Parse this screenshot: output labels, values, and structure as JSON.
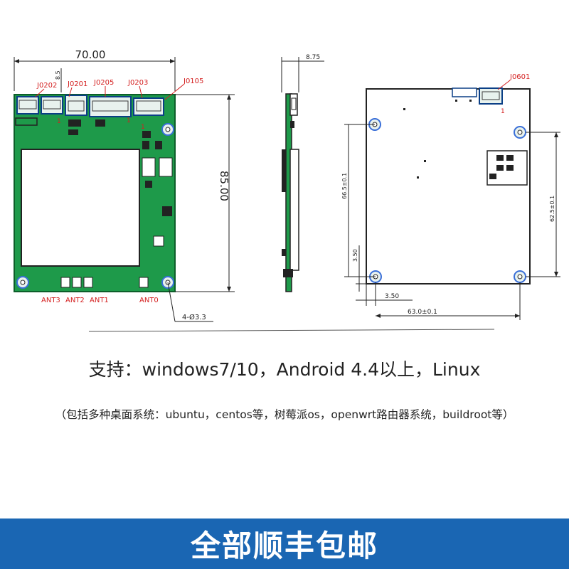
{
  "drawing": {
    "front": {
      "width_dim": "70.00",
      "height_dim": "85.00",
      "small_dim": "8.5",
      "hole_dim": "4-Ø3.3",
      "connectors": [
        "J0202",
        "J0201",
        "J0205",
        "J0203",
        "J0105"
      ],
      "pin_one": "1",
      "antennas": [
        "ANT3",
        "ANT2",
        "ANT1",
        "ANT0"
      ]
    },
    "side": {
      "thickness_dim": "8.75"
    },
    "back": {
      "connector": "J0601",
      "pin_one": "1",
      "dim_left_vertical": "66.5±0.1",
      "dim_right_vertical": "62.5±0.1",
      "dim_bottom_small": "3.50",
      "dim_left_small": "3.50",
      "dim_bottom_horizontal": "63.0±0.1"
    }
  },
  "text": {
    "support": "支持：windows7/10，Android 4.4以上，Linux",
    "systems": "（包括多种桌面系统：ubuntu，centos等，树莓派os，openwrt路由器系统，buildroot等）"
  },
  "banner": {
    "label": "全部顺丰包邮"
  },
  "colors": {
    "banner_bg": "#1a66b3",
    "board_green": "#1e9a4a",
    "label_red": "#d42020",
    "hole_ring": "#3a6fd8"
  }
}
